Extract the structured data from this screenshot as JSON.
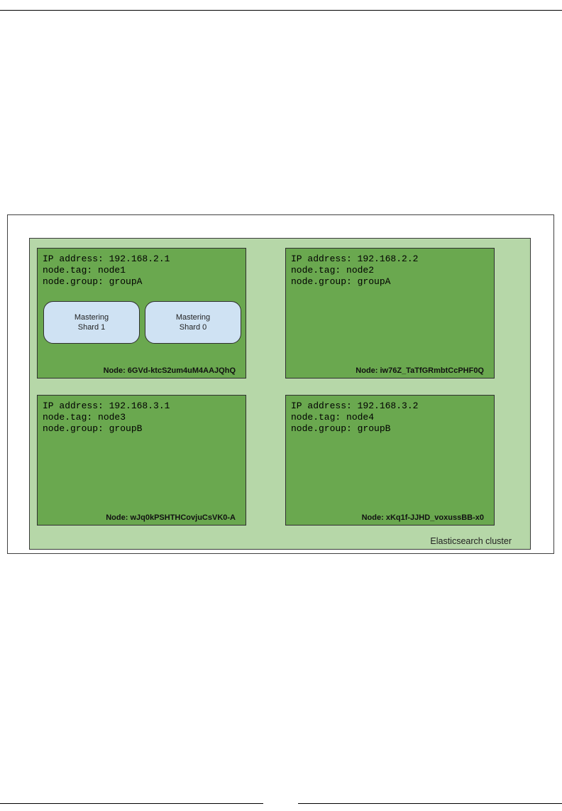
{
  "cluster": {
    "label": "Elasticsearch cluster"
  },
  "nodes": [
    {
      "ip_line": "IP address: 192.168.2.1",
      "tag_line": "node.tag: node1",
      "group_line": "node.group: groupA",
      "id_label": "Node: 6GVd-ktcS2um4uM4AAJQhQ",
      "shards": [
        {
          "line1": "Mastering",
          "line2": "Shard 1"
        },
        {
          "line1": "Mastering",
          "line2": "Shard 0"
        }
      ]
    },
    {
      "ip_line": "IP address: 192.168.2.2",
      "tag_line": "node.tag: node2",
      "group_line": "node.group: groupA",
      "id_label": "Node: iw76Z_TaTfGRmbtCcPHF0Q"
    },
    {
      "ip_line": "IP address: 192.168.3.1",
      "tag_line": "node.tag: node3",
      "group_line": "node.group: groupB",
      "id_label": "Node: wJq0kPSHTHCovjuCsVK0-A"
    },
    {
      "ip_line": "IP address: 192.168.3.2",
      "tag_line": "node.tag: node4",
      "group_line": "node.group: groupB",
      "id_label": "Node: xKq1f-JJHD_voxussBB-x0"
    }
  ],
  "colors": {
    "cluster_fill": "#b6d7a8",
    "node_fill": "#6aa84f",
    "shard_fill": "#cfe2f3"
  }
}
